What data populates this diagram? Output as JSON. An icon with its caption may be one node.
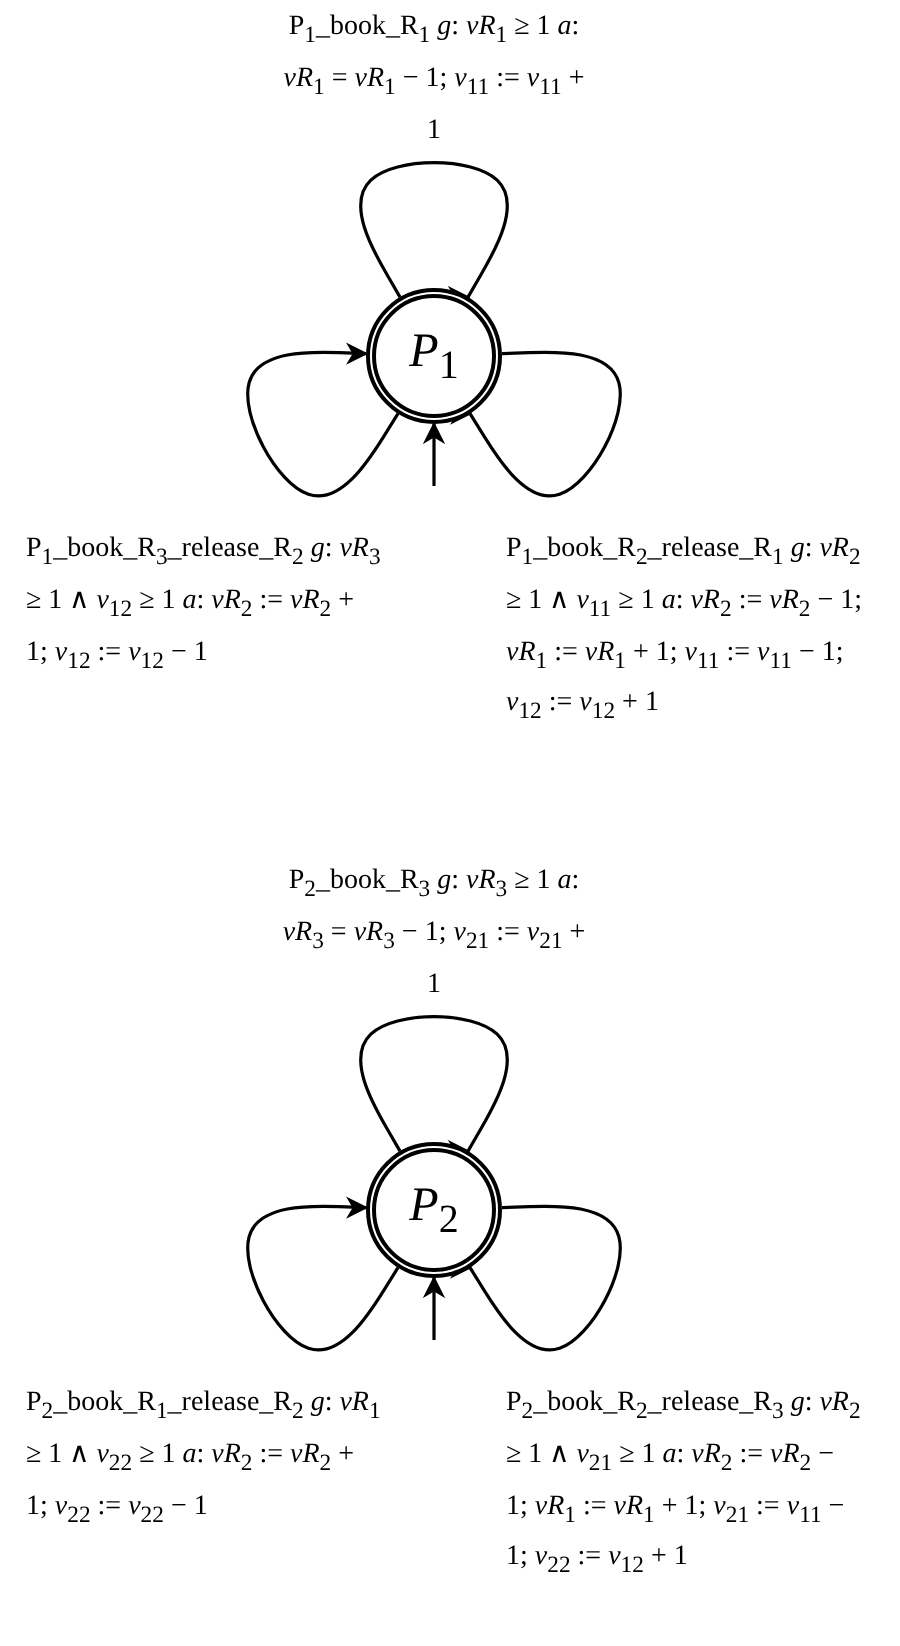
{
  "diagram": {
    "nodes": [
      {
        "text": [
          "*P*$_{1}$"
        ]
      },
      {
        "text": [
          "*P*$_{2}$"
        ]
      }
    ],
    "edges": [
      {
        "from": 0,
        "to": 0,
        "arrow": "to",
        "label": "P$_{1}$_book_R$_{1}$ *g*: *vR*$_{1}$ ≥ 1 *a*: *vR*$_{1}$ = *vR*$_{1}$ − 1; *v*$_{11}$ := *v*$_{11}$ + 1"
      },
      {
        "from": 0,
        "to": 0,
        "arrow": "to",
        "label": "P$_{1}$_book_R$_{3}$_release_R$_{2}$ *g*: *vR*$_{3}$ ≥ 1 ∧ *v*$_{12}$ ≥ 1 *a*: *vR*$_{2}$ := *vR*$_{2}$ + 1; *v*$_{12}$ := *v*$_{12}$ − 1"
      },
      {
        "from": 0,
        "to": 0,
        "arrow": "to",
        "label": "P$_{1}$_book_R$_{2}$_release_R$_{1}$ *g*: *vR*$_{2}$ ≥ 1 ∧ *v*$_{11}$ ≥ 1 *a*: *vR*$_{2}$ := *vR*$_{2}$ − 1; *vR*$_{1}$ := *vR*$_{1}$ + 1; *v*$_{11}$ := *v*$_{11}$ − 1; *v*$_{12}$ := *v*$_{12}$ + 1"
      },
      {
        "from": null,
        "to": 0,
        "arrow": "to"
      },
      {
        "from": 1,
        "to": 1,
        "arrow": "to",
        "label": "P$_{2}$_book_R$_{3}$ *g*: *vR*$_{3}$ ≥ 1 *a*: *vR*$_{3}$ = *vR*$_{3}$ − 1; *v*$_{21}$ := *v*$_{21}$ + 1"
      },
      {
        "from": 1,
        "to": 1,
        "arrow": "to",
        "label": "P$_{2}$_book_R$_{1}$_release_R$_{2}$ *g*: *vR*$_{1}$ ≥ 1 ∧ *v*$_{22}$ ≥ 1 *a*: *vR*$_{2}$ := *vR*$_{2}$ + 1; *v*$_{22}$ := *v*$_{22}$ − 1"
      },
      {
        "from": 1,
        "to": 1,
        "arrow": "to",
        "label": "P$_{2}$_book_R$_{2}$_release_R$_{3}$ *g*: *vR*$_{2}$ ≥ 1 ∧ *v*$_{21}$ ≥ 1 *a*: *vR*$_{2}$ := *vR*$_{2}$ − 1; *vR*$_{1}$ := *vR*$_{1}$ + 1; *v*$_{21}$ := *v*$_{11}$ − 1; *v*$_{22}$ := *v*$_{12}$ + 1"
      },
      {
        "from": null,
        "to": 1,
        "arrow": "to"
      }
    ]
  }
}
